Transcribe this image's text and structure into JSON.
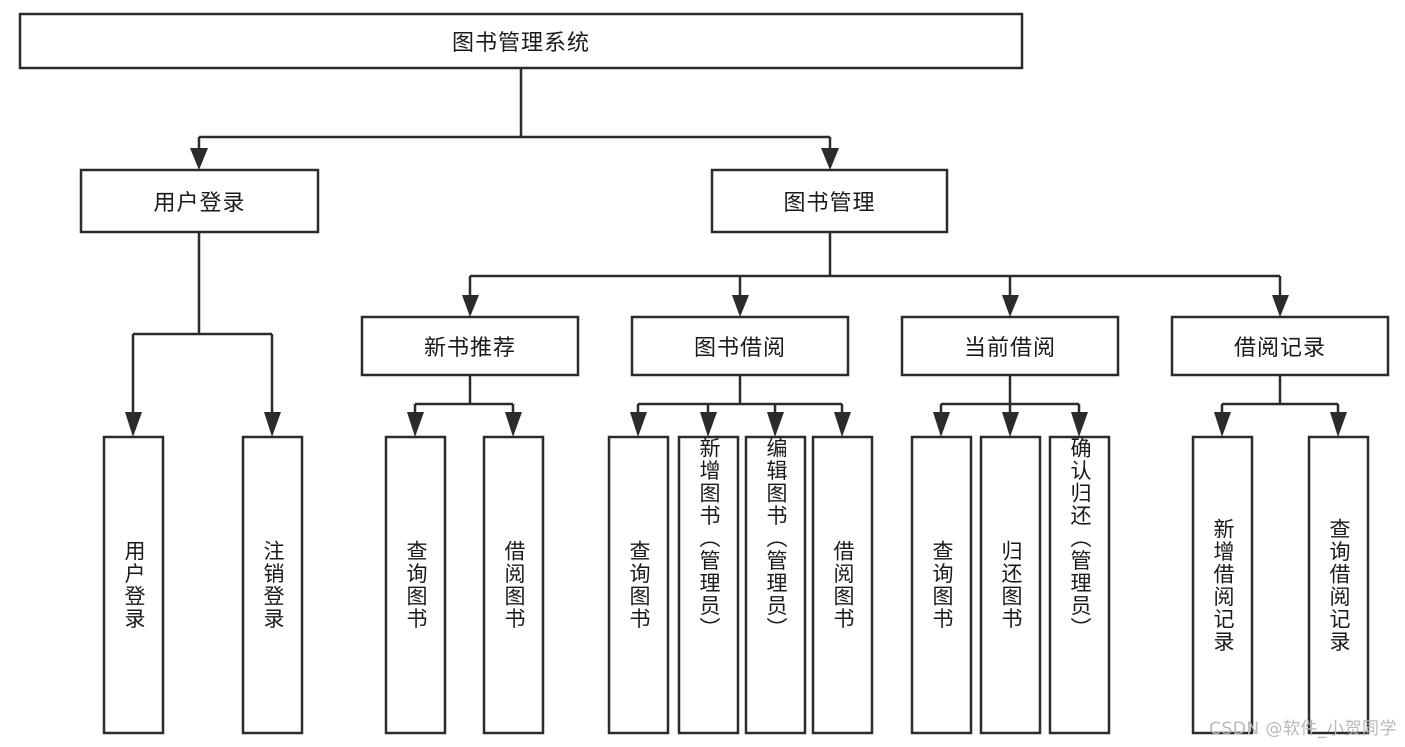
{
  "diagram": {
    "type": "tree-hierarchy-flowchart",
    "title": "图书管理系统",
    "watermark": "CSDN @软件_小贺同学",
    "colors": {
      "background": "#ffffff",
      "box_fill": "#ffffff",
      "box_stroke": "#2b2b2b",
      "connector": "#2b2b2b",
      "text": "#1a1a1a",
      "watermark": "#b9b9b9"
    },
    "levels": [
      {
        "level": 1,
        "nodes": [
          {
            "id": "root",
            "label": "图书管理系统",
            "orientation": "horizontal"
          }
        ]
      },
      {
        "level": 2,
        "nodes": [
          {
            "id": "user-login",
            "label": "用户登录",
            "orientation": "horizontal",
            "parent": "root"
          },
          {
            "id": "book-manage",
            "label": "图书管理",
            "orientation": "horizontal",
            "parent": "root"
          }
        ]
      },
      {
        "level": 3,
        "nodes": [
          {
            "id": "new-book-rec",
            "label": "新书推荐",
            "orientation": "horizontal",
            "parent": "book-manage"
          },
          {
            "id": "book-borrow",
            "label": "图书借阅",
            "orientation": "horizontal",
            "parent": "book-manage"
          },
          {
            "id": "current-borrow",
            "label": "当前借阅",
            "orientation": "horizontal",
            "parent": "book-manage"
          },
          {
            "id": "borrow-record",
            "label": "借阅记录",
            "orientation": "horizontal",
            "parent": "book-manage"
          }
        ]
      },
      {
        "level": 4,
        "nodes": [
          {
            "id": "leaf-user-login",
            "label": "用户登录",
            "orientation": "vertical",
            "parent": "user-login"
          },
          {
            "id": "leaf-logout",
            "label": "注销登录",
            "orientation": "vertical",
            "parent": "user-login"
          },
          {
            "id": "leaf-query-book-1",
            "label": "查询图书",
            "orientation": "vertical",
            "parent": "new-book-rec"
          },
          {
            "id": "leaf-borrow-book-1",
            "label": "借阅图书",
            "orientation": "vertical",
            "parent": "new-book-rec"
          },
          {
            "id": "leaf-query-book-2",
            "label": "查询图书",
            "orientation": "vertical",
            "parent": "book-borrow"
          },
          {
            "id": "leaf-add-book",
            "label": "新增图书（管理员）",
            "orientation": "vertical",
            "parent": "book-borrow"
          },
          {
            "id": "leaf-edit-book",
            "label": "编辑图书（管理员）",
            "orientation": "vertical",
            "parent": "book-borrow"
          },
          {
            "id": "leaf-borrow-book-2",
            "label": "借阅图书",
            "orientation": "vertical",
            "parent": "book-borrow"
          },
          {
            "id": "leaf-query-book-3",
            "label": "查询图书",
            "orientation": "vertical",
            "parent": "current-borrow"
          },
          {
            "id": "leaf-return-book",
            "label": "归还图书",
            "orientation": "vertical",
            "parent": "current-borrow"
          },
          {
            "id": "leaf-confirm-return",
            "label": "确认归还（管理员）",
            "orientation": "vertical",
            "parent": "current-borrow"
          },
          {
            "id": "leaf-add-record",
            "label": "新增借阅记录",
            "orientation": "vertical",
            "parent": "borrow-record"
          },
          {
            "id": "leaf-query-record",
            "label": "查询借阅记录",
            "orientation": "vertical",
            "parent": "borrow-record"
          }
        ]
      }
    ]
  }
}
